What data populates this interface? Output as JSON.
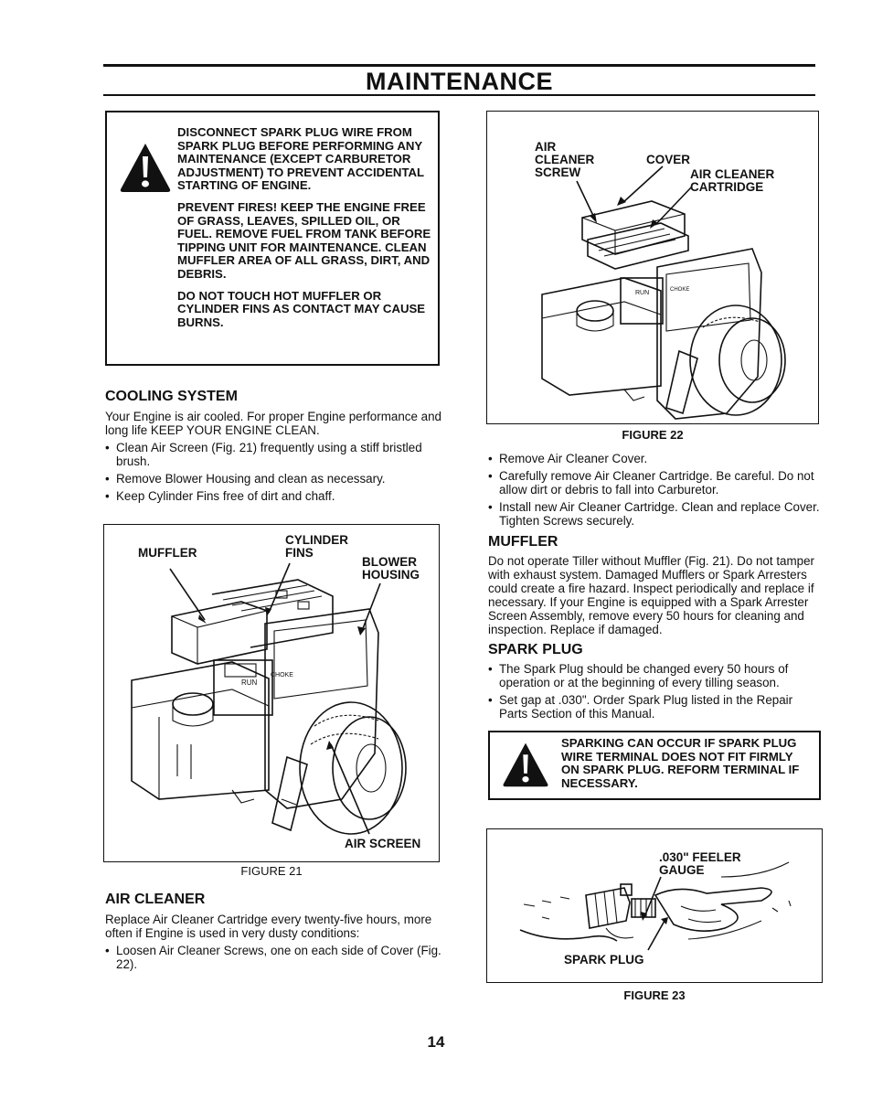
{
  "page": {
    "title": "MAINTENANCE",
    "page_number": "14"
  },
  "warning_top": {
    "icon": "warning-triangle-icon",
    "paragraphs": [
      "DISCONNECT SPARK PLUG WIRE FROM SPARK PLUG BEFORE PERFORMING ANY MAINTENANCE (EXCEPT CARBURETOR ADJUSTMENT) TO PREVENT ACCIDENTAL STARTING OF ENGINE.",
      "PREVENT FIRES! KEEP THE ENGINE FREE OF GRASS, LEAVES, SPILLED OIL, OR FUEL. REMOVE FUEL FROM TANK BEFORE TIPPING UNIT FOR MAINTENANCE. CLEAN MUFFLER AREA OF ALL GRASS, DIRT, AND DEBRIS.",
      "DO NOT TOUCH HOT MUFFLER OR CYLINDER FINS AS CONTACT MAY CAUSE BURNS."
    ]
  },
  "cooling_system": {
    "heading": "COOLING SYSTEM",
    "intro": "Your Engine is air cooled. For proper Engine performance and long life KEEP YOUR ENGINE CLEAN.",
    "bullets": [
      "Clean Air Screen (Fig. 21) frequently using a stiff bristled brush.",
      "Remove Blower Housing and clean as necessary.",
      "Keep Cylinder Fins free of dirt and chaff."
    ]
  },
  "figure21": {
    "labels": {
      "muffler": "MUFFLER",
      "cylinder_fins": "CYLINDER\nFINS",
      "blower_housing": "BLOWER\nHOUSING",
      "air_screen": "AIR SCREEN"
    },
    "caption": "FIGURE 21"
  },
  "air_cleaner": {
    "heading": "AIR CLEANER",
    "intro": "Replace Air Cleaner Cartridge every twenty-five hours, more often if Engine is used in very dusty conditions:",
    "bullets": [
      "Loosen Air Cleaner Screws, one on each side of Cover (Fig. 22)."
    ],
    "bullets_continued": [
      "Remove Air Cleaner Cover.",
      "Carefully remove Air Cleaner Cartridge. Be careful. Do not allow dirt or debris to fall into Carburetor.",
      "Install new Air Cleaner Cartridge. Clean and replace Cover. Tighten Screws securely."
    ]
  },
  "figure22": {
    "labels": {
      "air_cleaner_screw": "AIR\nCLEANER\nSCREW",
      "cover": "COVER",
      "cartridge": "AIR CLEANER\nCARTRIDGE"
    },
    "caption": "FIGURE 22"
  },
  "muffler": {
    "heading": "MUFFLER",
    "text": "Do not operate Tiller without Muffler (Fig. 21). Do not tamper with exhaust system. Damaged Mufflers or Spark Arresters could create a fire hazard. Inspect periodically and replace if necessary. If your Engine is equipped with a Spark Arrester Screen Assembly, remove every 50 hours for cleaning and inspection. Replace if damaged."
  },
  "spark_plug": {
    "heading": "SPARK PLUG",
    "bullets": [
      "The Spark Plug should be changed every 50 hours of operation or at the beginning of every tilling season.",
      "Set gap at .030\". Order Spark Plug listed in the Repair Parts Section of this Manual."
    ]
  },
  "warning_bottom": {
    "icon": "warning-triangle-icon",
    "text": "SPARKING CAN OCCUR IF SPARK PLUG WIRE TERMINAL DOES NOT FIT FIRMLY ON SPARK PLUG. REFORM TERMINAL IF NECESSARY."
  },
  "figure23": {
    "labels": {
      "feeler_gauge": ".030\" FEELER\nGAUGE",
      "spark_plug": "SPARK PLUG"
    },
    "caption": "FIGURE 23"
  }
}
